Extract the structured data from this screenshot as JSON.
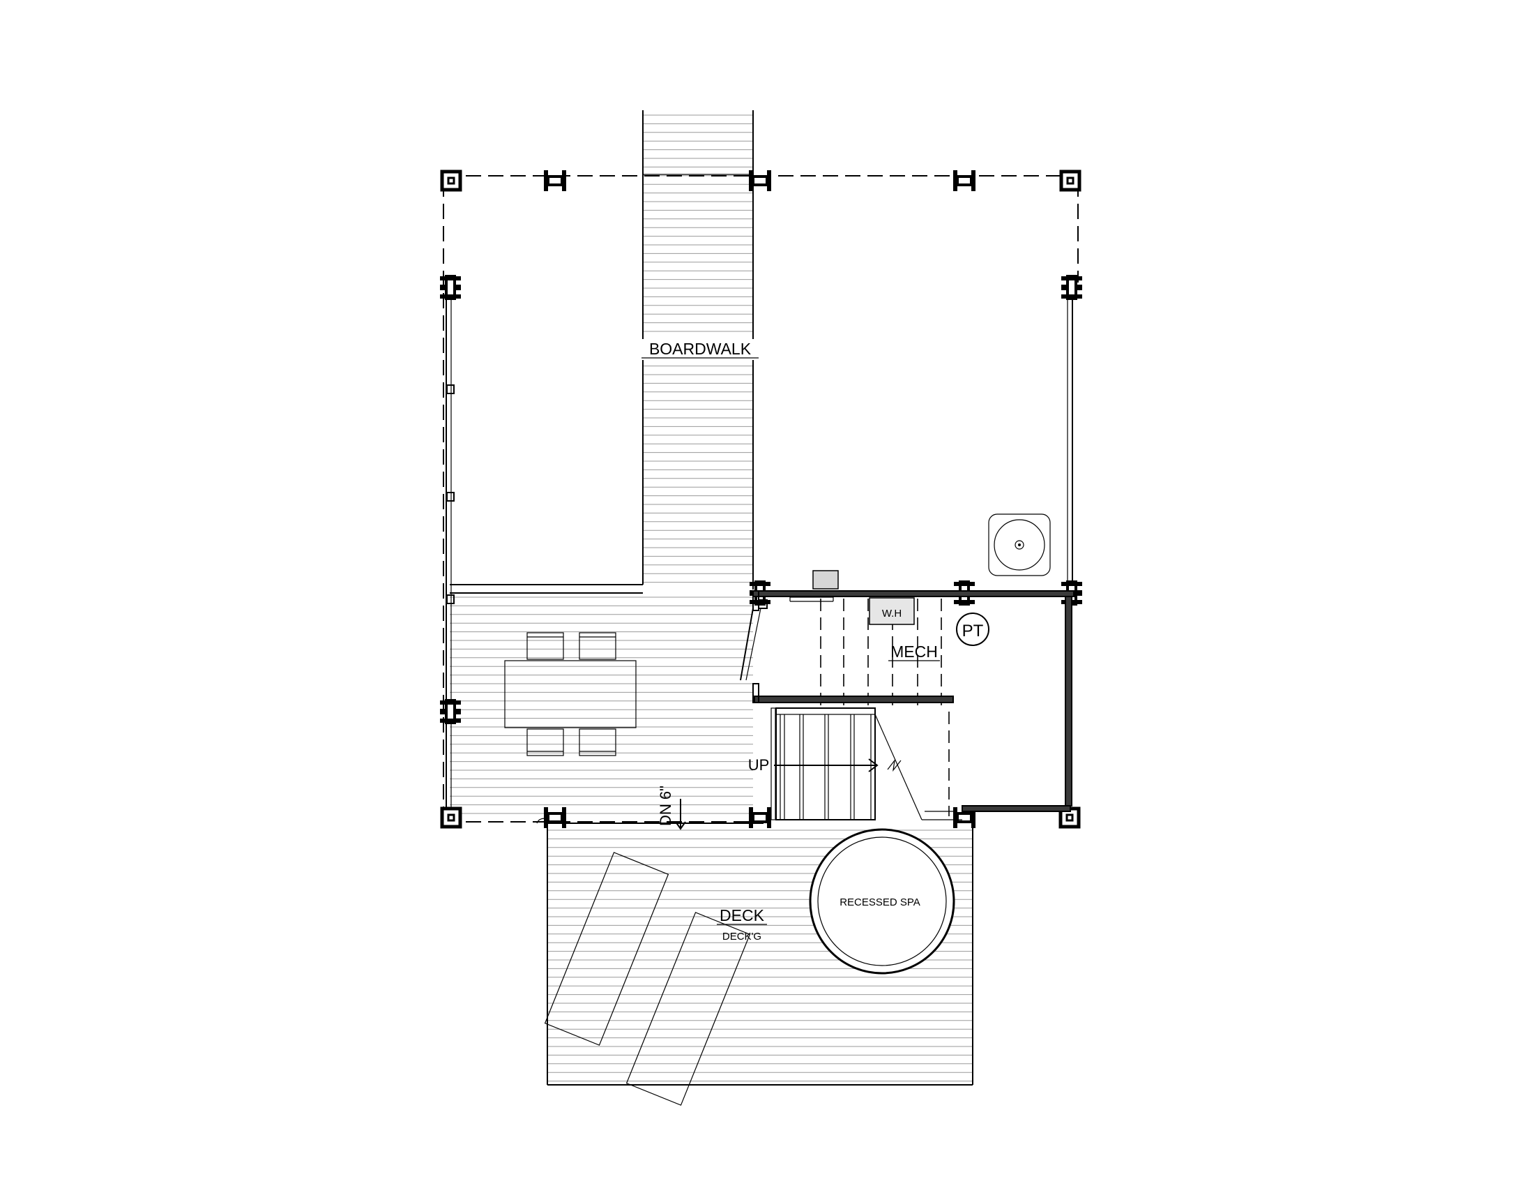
{
  "labels": {
    "boardwalk": "BOARDWALK",
    "mech": "MECH",
    "water_heater": "W.H",
    "pressure_tank": "PT",
    "up": "UP",
    "down_step": "DN 6\"",
    "deck": "DECK",
    "decking": "DECK'G",
    "spa": "RECESSED SPA"
  },
  "colors": {
    "line": "#000000",
    "board_line": "#9a9a9a",
    "wall_fill": "#3a3a3a",
    "fixture_fill": "#e6e6e6"
  }
}
